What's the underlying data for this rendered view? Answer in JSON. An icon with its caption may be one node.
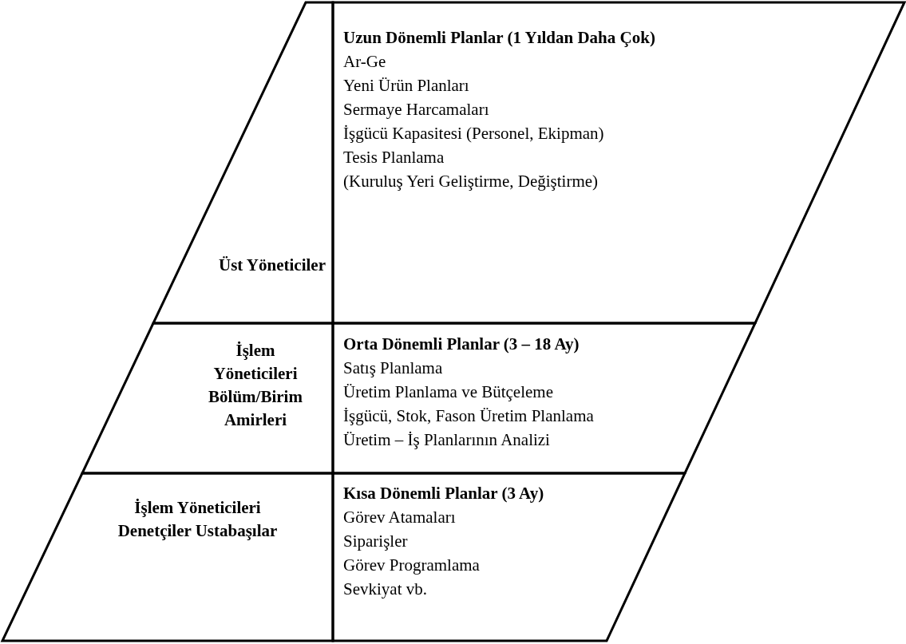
{
  "diagram": {
    "nodes": [
      {
        "text": [
          "Üst Yöneticiler"
        ]
      },
      {
        "text": [
          "Uzun Dönemli Planlar (1 Yıldan Daha Çok)",
          "Ar-Ge",
          "Yeni Ürün Planları",
          "Sermaye Harcamaları",
          "İşgücü Kapasitesi (Personel, Ekipman)",
          "Tesis Planlama",
          "(Kuruluş Yeri Geliştirme, Değiştirme)"
        ]
      },
      {
        "text": [
          "İşlem Yöneticileri Bölüm/Birim Amirleri"
        ]
      },
      {
        "text": [
          "Orta Dönemli Planlar (3 – 18 Ay)",
          "Satış Planlama",
          "Üretim Planlama ve Bütçeleme",
          "İşgücü, Stok, Fason Üretim Planlama",
          "Üretim – İş Planlarının Analizi"
        ]
      },
      {
        "text": [
          "İşlem Yöneticileri Denetçiler Ustabaşılar"
        ]
      },
      {
        "text": [
          "Kısa Dönemli Planlar (3 Ay)",
          "Görev Atamaları",
          "Siparişler",
          "Görev Programlama",
          "Sevkiyat vb."
        ]
      }
    ]
  }
}
